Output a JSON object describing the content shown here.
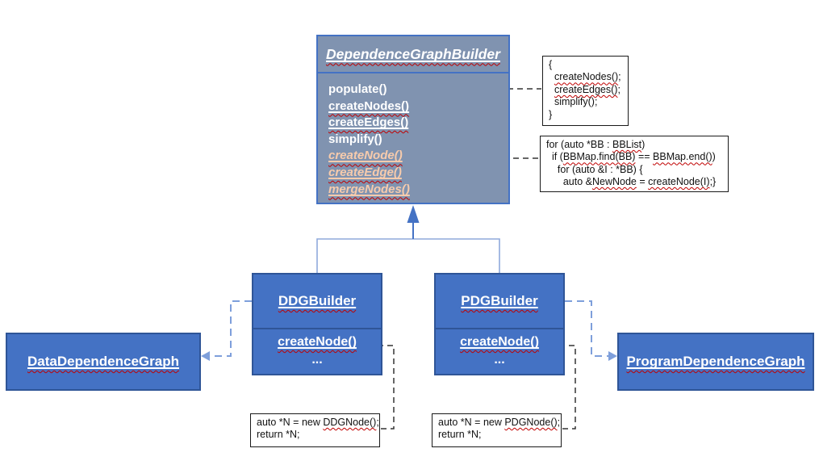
{
  "colors": {
    "parent_fill": "#8093B0",
    "parent_border": "#4472C4",
    "child_fill": "#4472C4",
    "child_border": "#2F5597",
    "title_text": "#FFFFFF",
    "abstract_method_text": "#F7CBAC",
    "squiggle": "#C00000",
    "tree_line_blue": "#8FAADC",
    "arrow_blue": "#4472C4",
    "dashed_blue": "#7E9FDB",
    "dashed_black": "#333333"
  },
  "parent_class": {
    "title": "DependenceGraphBuilder",
    "methods": [
      {
        "label": "populate()",
        "abstract": false,
        "underline": false,
        "squiggle": false
      },
      {
        "label": "createNodes()",
        "abstract": false,
        "underline": true,
        "squiggle": true
      },
      {
        "label": "createEdges()",
        "abstract": false,
        "underline": true,
        "squiggle": true
      },
      {
        "label": "simplify()",
        "abstract": false,
        "underline": false,
        "squiggle": false
      },
      {
        "label": "createNode()",
        "abstract": true,
        "underline": true,
        "squiggle": true
      },
      {
        "label": "createEdge()",
        "abstract": true,
        "underline": true,
        "squiggle": true
      },
      {
        "label": "mergeNodes()",
        "abstract": true,
        "underline": true,
        "squiggle": true
      }
    ]
  },
  "child_classes": [
    {
      "title": "DDGBuilder",
      "methods": [
        {
          "label": "createNode()",
          "abstract": false,
          "underline": true,
          "squiggle": true
        },
        {
          "label": "...",
          "abstract": false,
          "underline": false,
          "squiggle": false
        }
      ]
    },
    {
      "title": "PDGBuilder",
      "methods": [
        {
          "label": "createNode()",
          "abstract": false,
          "underline": true,
          "squiggle": true
        },
        {
          "label": "...",
          "abstract": false,
          "underline": false,
          "squiggle": false
        }
      ]
    }
  ],
  "leaf_classes": [
    {
      "title": "DataDependenceGraph"
    },
    {
      "title": "ProgramDependenceGraph"
    }
  ],
  "code_boxes": {
    "populate_body": {
      "lines": [
        "{",
        "  ~createNodes()~;",
        "  ~createEdges()~;",
        "  simplify();",
        "}"
      ]
    },
    "create_nodes_body": {
      "lines": [
        "for (auto *BB : ~BBList~)",
        "  if (~BBMap.find(BB)~ == ~BBMap.end()~)",
        "    for (auto &I : *BB) {",
        "      auto &~NewNode~ = ~createNode(I)~;}"
      ]
    },
    "ddg_create_node_body": {
      "lines": [
        "auto *N = new ~DDGNode()~;",
        "return *N;"
      ]
    },
    "pdg_create_node_body": {
      "lines": [
        "auto *N = new ~PDGNode()~;",
        "return *N;"
      ]
    }
  }
}
